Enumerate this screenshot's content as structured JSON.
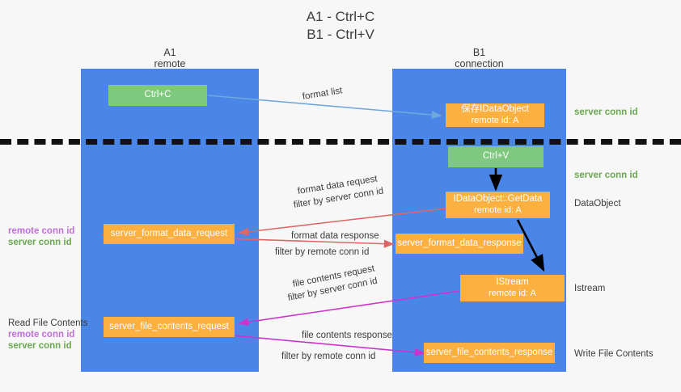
{
  "title": {
    "line1": "A1 - Ctrl+C",
    "line2": "B1 - Ctrl+V"
  },
  "lanes": [
    {
      "name": "A1",
      "sub": "remote"
    },
    {
      "name": "B1",
      "sub": "connection"
    }
  ],
  "boxes": {
    "ctrl_c": {
      "l1": "Ctrl+C"
    },
    "ctrl_v": {
      "l1": "Ctrl+V"
    },
    "save_idataobject": {
      "l1": "保存IDataObject",
      "l2": "remote id: A"
    },
    "getdata": {
      "l1": "IDataObject::GetData",
      "l2": "remote id: A"
    },
    "istream": {
      "l1": "IStream",
      "l2": "remote id: A"
    },
    "fmt_req": {
      "l1": "server_format_data_request"
    },
    "fmt_resp": {
      "l1": "server_format_data_response"
    },
    "file_req": {
      "l1": "server_file_contents_request"
    },
    "file_resp": {
      "l1": "server_file_contents_response"
    }
  },
  "arrow_labels": {
    "format_list": "format list",
    "fmt_data_request": "format data request",
    "fmt_data_request_filter_prefix": "filter by ",
    "fmt_data_request_filter_key": "server conn id",
    "fmt_data_response": "format data response",
    "fmt_data_response_filter_prefix": "filter by ",
    "fmt_data_response_filter_key": "remote conn id",
    "file_contents_request": "file contents request",
    "file_contents_request_filter_prefix": "filter by ",
    "file_contents_request_filter_key": "server conn id",
    "file_contents_response": "file contents response",
    "file_contents_response_filter_prefix": "filter by ",
    "file_contents_response_filter_key": "remote conn id"
  },
  "annotations": {
    "right_server_conn_top": "server conn id",
    "right_server_conn_mid": "server conn id",
    "right_dataobject": "DataObject",
    "right_istream": "Istream",
    "right_write_file": "Write File Contents",
    "left_read_file": "Read File Contents",
    "left_remote_conn_1": "remote conn id",
    "left_server_conn_1": "server conn id",
    "left_remote_conn_2": "remote conn id",
    "left_server_conn_2": "server conn id"
  },
  "colors": {
    "lane": "#4a86e8",
    "green_box": "#7fc97f",
    "orange_box": "#fbb040",
    "green_text": "#6aa84f",
    "magenta_text": "#c06fd8",
    "arrow_blue": "#6fa8dc",
    "arrow_red": "#e06666",
    "arrow_magenta": "#cc33cc",
    "arrow_black": "#000000",
    "background": "#f7f7f7"
  }
}
